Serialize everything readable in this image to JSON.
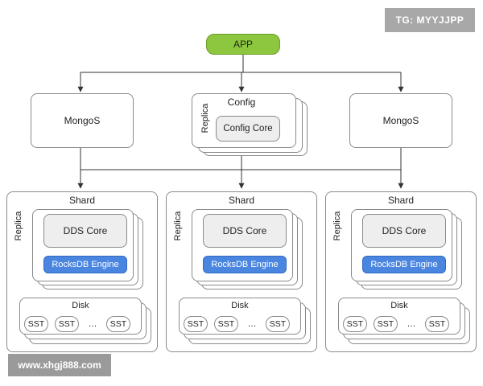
{
  "watermarks": {
    "top_right": "TG: MYYJJPP",
    "bottom_left": "www.xhgj888.com"
  },
  "app": {
    "label": "APP"
  },
  "mongos": {
    "left_label": "MongoS",
    "right_label": "MongoS"
  },
  "config": {
    "title": "Config",
    "replica_label": "Replica",
    "core_label": "Config Core"
  },
  "shards": [
    {
      "title": "Shard",
      "replica_label": "Replica",
      "core_label": "DDS Core",
      "engine_label": "RocksDB Engine",
      "disk_label": "Disk",
      "sst": [
        "SST",
        "SST",
        "…",
        "SST"
      ]
    },
    {
      "title": "Shard",
      "replica_label": "Replica",
      "core_label": "DDS Core",
      "engine_label": "RocksDB Engine",
      "disk_label": "Disk",
      "sst": [
        "SST",
        "SST",
        "…",
        "SST"
      ]
    },
    {
      "title": "Shard",
      "replica_label": "Replica",
      "core_label": "DDS Core",
      "engine_label": "RocksDB Engine",
      "disk_label": "Disk",
      "sst": [
        "SST",
        "SST",
        "…",
        "SST"
      ]
    }
  ],
  "colors": {
    "app": "#8dc63f",
    "engine": "#4a86e0",
    "core": "#eeeeee",
    "watermark": "#a8a8a8"
  }
}
